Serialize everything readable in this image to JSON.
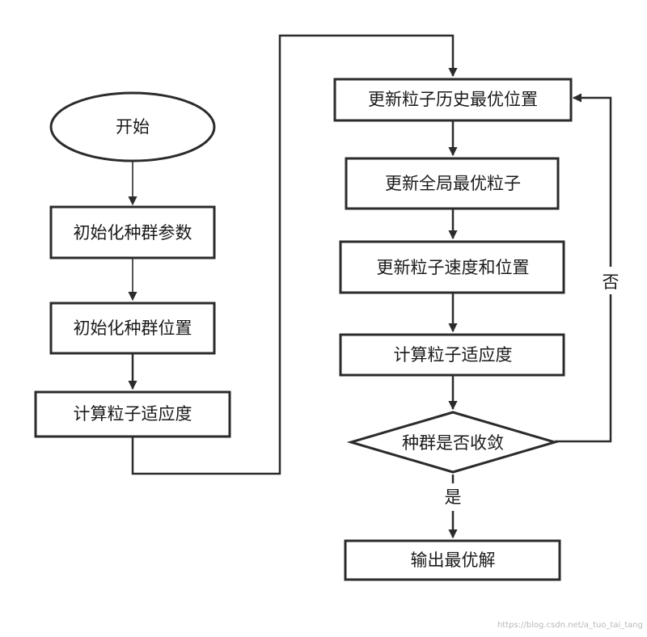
{
  "nodes": {
    "start": "开始",
    "init_params": "初始化种群参数",
    "init_positions": "初始化种群位置",
    "calc_fitness_1": "计算粒子适应度",
    "update_pbest": "更新粒子历史最优位置",
    "update_gbest": "更新全局最优粒子",
    "update_velocity": "更新粒子速度和位置",
    "calc_fitness_2": "计算粒子适应度",
    "converge_check": "种群是否收敛",
    "output": "输出最优解"
  },
  "edges": {
    "no_label": "否",
    "yes_label": "是"
  },
  "watermark": "https://blog.csdn.net/a_tuo_tai_tang",
  "colors": {
    "stroke": "#2b2b2b",
    "text": "#1a1a1a",
    "background": "#ffffff"
  }
}
